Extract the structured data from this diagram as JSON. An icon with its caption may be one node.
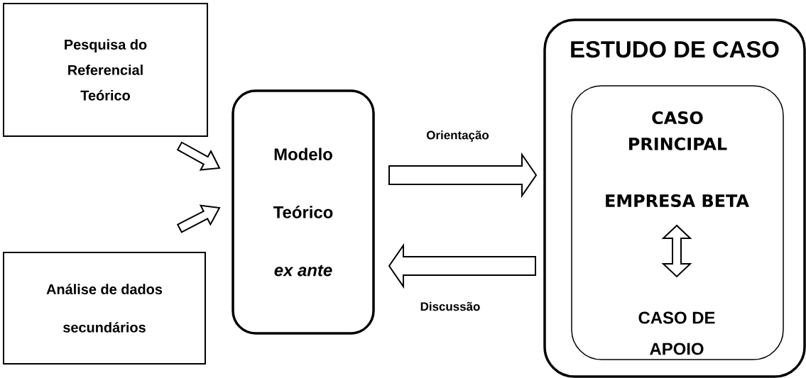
{
  "diagram": {
    "nodes": [
      {
        "text": [
          "Pesquisa do Referencial Teórico"
        ]
      },
      {
        "text": [
          "Análise de dados secundários"
        ]
      },
      {
        "text": [
          "Modelo",
          "Teórico",
          "ex ante"
        ]
      },
      {
        "text": [
          "ESTUDO DE CASO"
        ]
      },
      {
        "text": [
          "CASO PRINCIPAL"
        ],
        "in": 3
      },
      {
        "text": [
          "EMPRESA BETA"
        ],
        "in": 4
      },
      {
        "text": [
          "CASO DE APOIO"
        ],
        "in": 4
      }
    ],
    "edges": [
      {
        "from": 0,
        "to": 2,
        "arrow": "to"
      },
      {
        "from": 1,
        "to": 2,
        "arrow": "to"
      },
      {
        "from": 2,
        "to": 3,
        "arrow": "to",
        "label": "Orientação"
      },
      {
        "from": 3,
        "to": 2,
        "arrow": "to",
        "label": "Discussão"
      },
      {
        "from": 5,
        "to": 6,
        "arrow": "both"
      }
    ]
  }
}
